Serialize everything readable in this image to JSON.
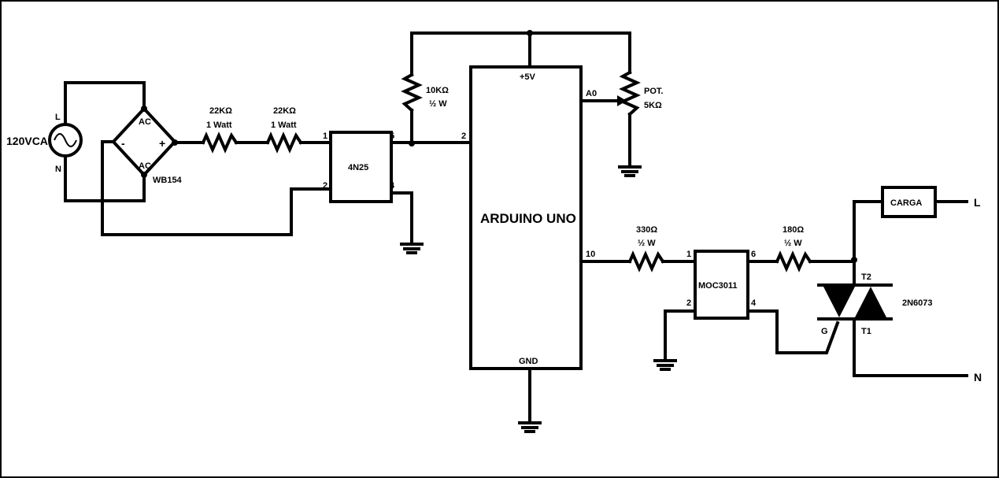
{
  "source": {
    "label": "120VCA",
    "line": "L",
    "neutral": "N"
  },
  "bridge": {
    "name": "WB154",
    "ac_top": "AC",
    "ac_bottom": "AC",
    "minus": "-",
    "plus": "+"
  },
  "r1": {
    "value": "22KΩ",
    "rating": "1 Watt"
  },
  "r2": {
    "value": "22KΩ",
    "rating": "1 Watt"
  },
  "opto_in": {
    "name": "4N25",
    "pin1": "1",
    "pin2": "2",
    "pin4": "4",
    "pin5": "5"
  },
  "pullup": {
    "value": "10KΩ",
    "rating": "½ W"
  },
  "arduino": {
    "name": "ARDUINO UNO",
    "vcc": "+5V",
    "gnd": "GND",
    "pin2": "2",
    "pin10": "10",
    "a0": "A0"
  },
  "pot": {
    "label": "POT.",
    "value": "5KΩ"
  },
  "r3": {
    "value": "330Ω",
    "rating": "½ W"
  },
  "opto_out": {
    "name": "MOC3011",
    "pin1": "1",
    "pin2": "2",
    "pin4": "4",
    "pin6": "6"
  },
  "r4": {
    "value": "180Ω",
    "rating": "½ W"
  },
  "triac": {
    "name": "2N6073",
    "t1": "T1",
    "t2": "T2",
    "gate": "G"
  },
  "load": {
    "label": "CARGA"
  },
  "output": {
    "line": "L",
    "neutral": "N"
  }
}
